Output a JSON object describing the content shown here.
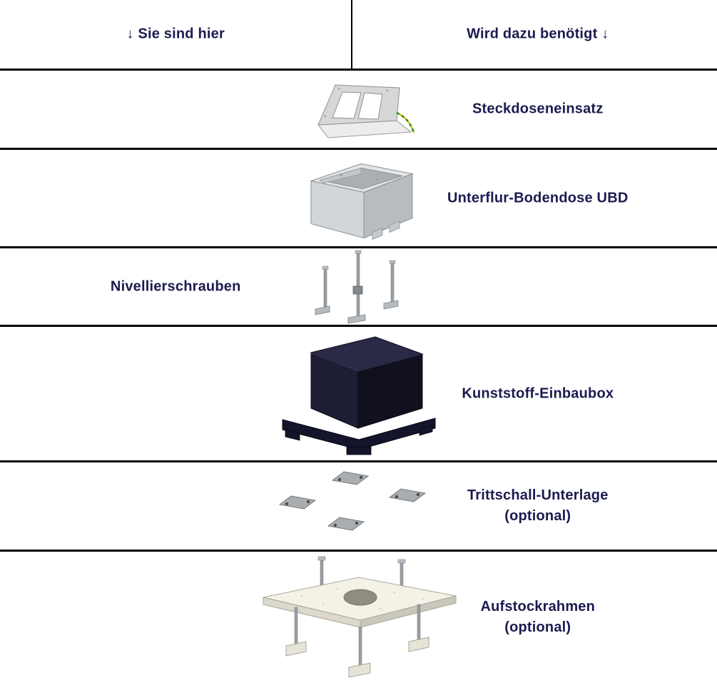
{
  "header": {
    "left": "↓ Sie sind hier",
    "right": "Wird dazu benötigt ↓"
  },
  "rows": [
    {
      "label": "Steckdoseneinsatz",
      "sublabel": "",
      "side": "right",
      "icon": "socket-insert-illustration"
    },
    {
      "label": "Unterflur-Bodendose UBD",
      "sublabel": "",
      "side": "right",
      "icon": "underfloor-box-illustration"
    },
    {
      "label": "Nivellierschrauben",
      "sublabel": "",
      "side": "left",
      "icon": "leveling-screws-illustration"
    },
    {
      "label": "Kunststoff-Einbaubox",
      "sublabel": "",
      "side": "right",
      "icon": "plastic-mounting-box-illustration"
    },
    {
      "label": "Trittschall-Unterlage",
      "sublabel": "(optional)",
      "side": "right",
      "icon": "impact-sound-pads-illustration"
    },
    {
      "label": "Aufstockrahmen",
      "sublabel": "(optional)",
      "side": "right",
      "icon": "raising-frame-illustration"
    }
  ],
  "colors": {
    "text": "#1b1b4f",
    "line": "#000000",
    "background": "#ffffff"
  }
}
